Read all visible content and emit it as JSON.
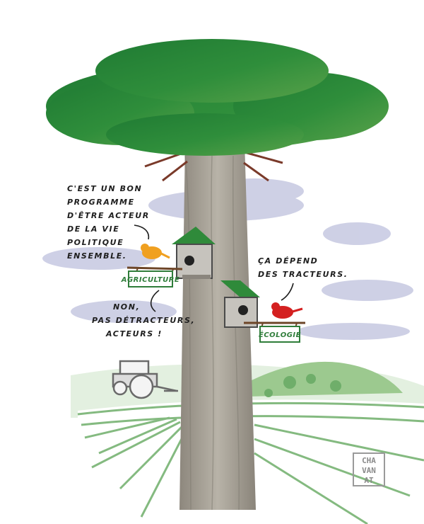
{
  "speech": {
    "left_bird": [
      "C'EST UN BON",
      "PROGRAMME",
      "D'ÊTRE ACTEUR",
      "DE LA VIE",
      "POLITIQUE",
      "ENSEMBLE."
    ],
    "response": [
      "NON,",
      "PAS DÉTRACTEURS,",
      "ACTEURS !"
    ],
    "right_bird": [
      "ÇA DÉPEND",
      "DES TRACTEURS."
    ]
  },
  "signs": {
    "left": "AGRICULTURE",
    "right": "ÉCOLOGIE"
  },
  "signature": [
    "CHA",
    "VAN",
    "AT"
  ],
  "colors": {
    "foliage": "#2f8a3a",
    "sign_green": "#2f7d3a",
    "bird_left": "#f0a020",
    "bird_right": "#d42020",
    "trunk": "#a9a49a",
    "cloud": "#c9cbe3",
    "field": "#6fae6a"
  },
  "icons": [
    "tree",
    "birdhouse",
    "bird",
    "tractor",
    "cloud"
  ]
}
